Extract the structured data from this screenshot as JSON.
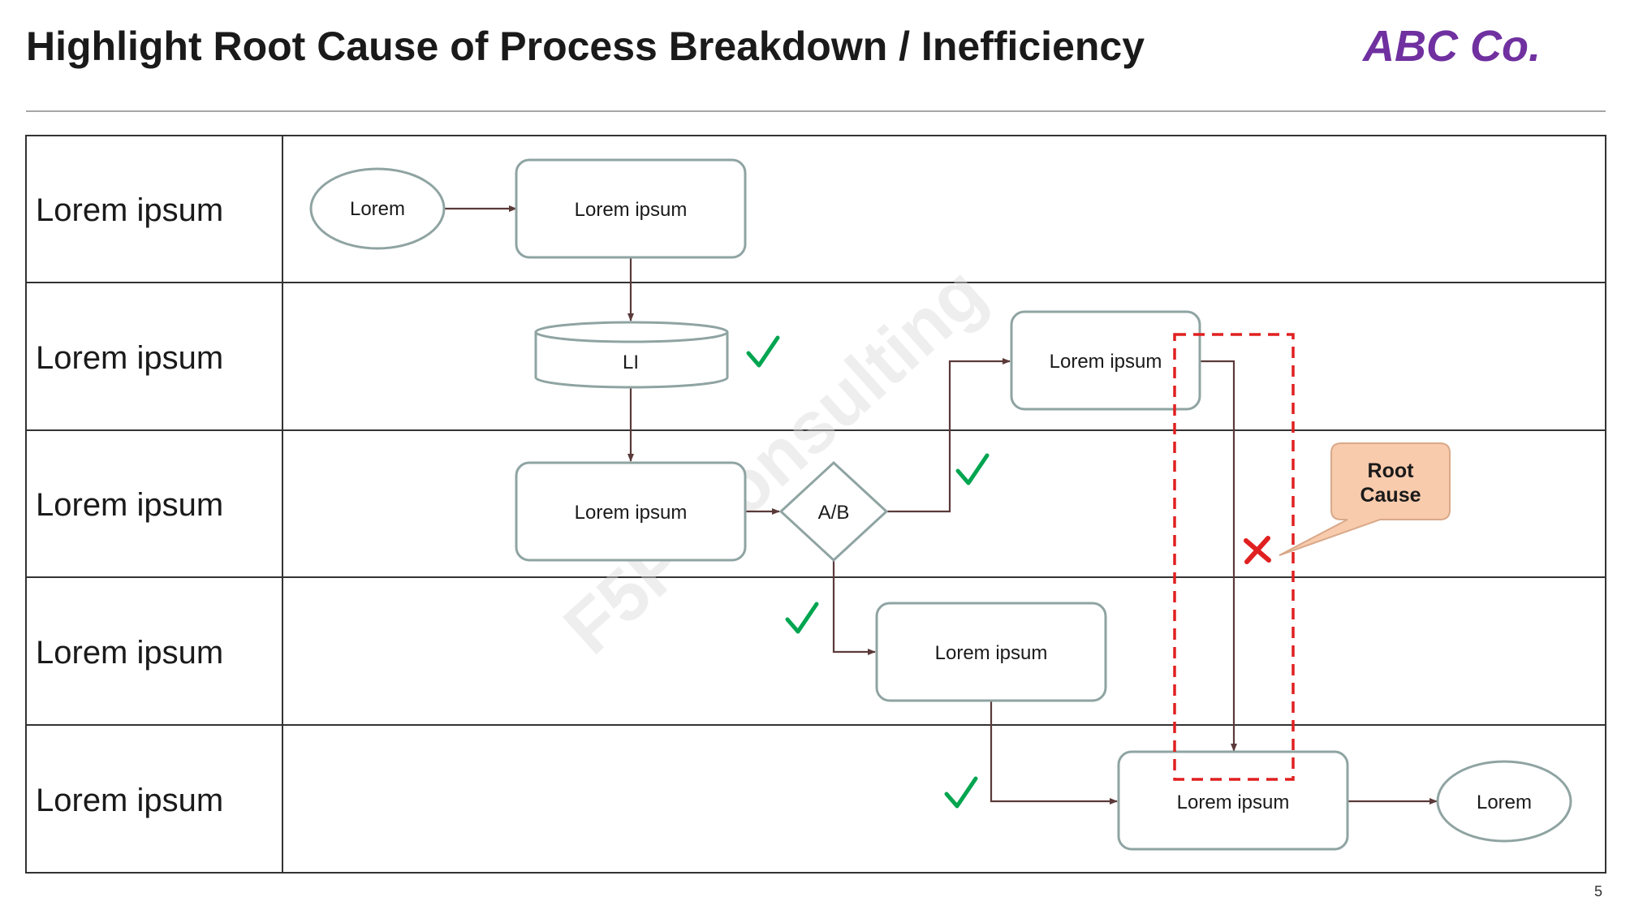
{
  "header": {
    "title": "Highlight Root Cause of Process Breakdown / Inefficiency",
    "logo": "ABC Co."
  },
  "lanes": [
    {
      "label": "Lorem ipsum"
    },
    {
      "label": "Lorem ipsum"
    },
    {
      "label": "Lorem ipsum"
    },
    {
      "label": "Lorem ipsum"
    },
    {
      "label": "Lorem ipsum"
    }
  ],
  "nodes": {
    "start": "Lorem",
    "step1": "Lorem ipsum",
    "database": "LI",
    "step2": "Lorem ipsum",
    "decision": "A/B",
    "step3": "Lorem ipsum",
    "step4": "Lorem ipsum",
    "step5": "Lorem ipsum",
    "end": "Lorem"
  },
  "callout": {
    "line1": "Root",
    "line2": "Cause"
  },
  "watermark": "F5P Consulting",
  "footer": {
    "page_number": "5"
  },
  "colors": {
    "node_stroke": "#8fa4a2",
    "connector": "#5b3a3a",
    "check": "#00a550",
    "cross": "#e02020",
    "highlight": "#e02020",
    "callout_fill": "#f8cbad",
    "logo": "#7030a0"
  },
  "icons": [
    "check-icon",
    "cross-icon"
  ]
}
